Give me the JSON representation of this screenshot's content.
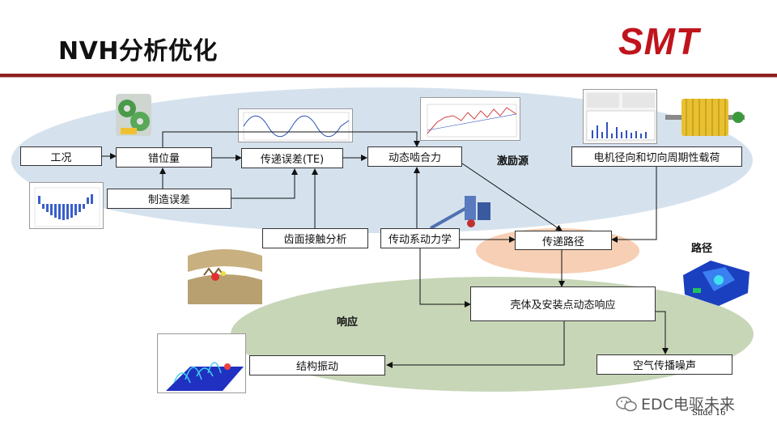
{
  "title": "NVH分析优化",
  "logo": "SMT",
  "zones": {
    "excitation": "激励源",
    "path": "路径",
    "response": "响应"
  },
  "boxes": {
    "condition": "工况",
    "misalignment": "错位量",
    "te": "传递误差(TE)",
    "dyn_mesh": "动态啮合力",
    "motor_load": "电机径向和切向周期性载荷",
    "mfg_error": "制造误差",
    "tooth_contact": "齿面接触分析",
    "drivetrain": "传动系动力学",
    "transfer_path": "传递路径",
    "housing": "壳体及安装点动态响应",
    "struct_vib": "结构振动",
    "airborne": "空气传播噪声"
  },
  "colors": {
    "accent": "#c0141c",
    "rule": "#8c2020",
    "excitation_zone": "#d5e2ee",
    "path_zone": "#f6cfb4",
    "response_zone": "#c8d6b8"
  },
  "watermark": "EDC电驱未来",
  "slide_label": "Slide 16"
}
